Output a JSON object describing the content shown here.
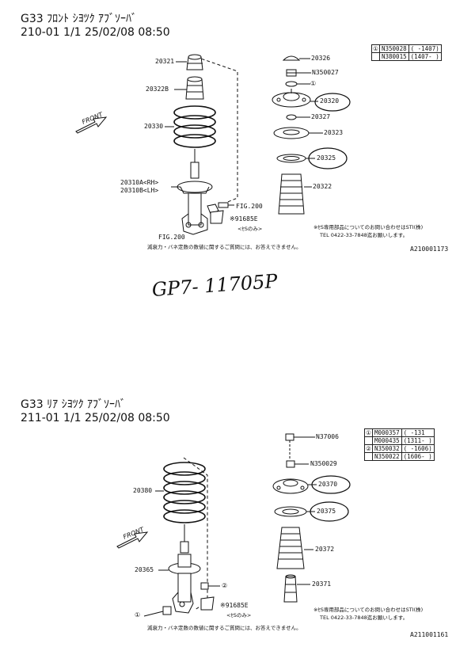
{
  "front": {
    "header_line1": "G33 ﾌﾛﾝﾄ ｼﾖﾂｸ ｱﾌﾞｿｰﾊﾞ",
    "header_line2": "210-01 1/1 25/02/08 08:50",
    "parts": {
      "p20321": "20321",
      "p20322b": "20322B",
      "p20330": "20330",
      "p20310": "20310A<RH>",
      "p20310b": "20310B<LH>",
      "fig200a": "FIG.200",
      "p91685": "※91685E",
      "p91685sub": "<ｾSのみ>",
      "fig200b": "FIG.200",
      "p20326": "20326",
      "n350027": "N350027",
      "p20320": "20320",
      "p20327": "20327",
      "p20323": "20323",
      "p20325": "20325",
      "p20322": "20322"
    },
    "table": [
      {
        "mark": "①",
        "code": "N350028",
        "range": "( -1407)"
      },
      {
        "mark": "",
        "code": "N380015",
        "range": "(1407- )"
      }
    ],
    "circle_mark": "①",
    "sti_note_line1": "※ｾS専用部品についてのお問い合わせはSTI(株)",
    "sti_note_line2": "TEL 0422-33-7848迄お願いします。",
    "bottom_note": "減衰力・バネ定数の数値に関するご質問には、お答えできません。",
    "figure_id": "A210001173",
    "handwritten": "GP7- 11705P",
    "front_arrow": "FRONT"
  },
  "rear": {
    "header_line1": "G33 ﾘｱ ｼﾖﾂｸ ｱﾌﾞｿｰﾊﾞ",
    "header_line2": "211-01 1/1 25/02/08 08:50",
    "parts": {
      "n37006": "N37006",
      "n350029": "N350029",
      "p20380": "20380",
      "p20370": "20370",
      "p20375": "20375",
      "p20372": "20372",
      "p20365": "20365",
      "p20371": "20371",
      "p91685": "※91685E",
      "p91685sub": "<ｾSのみ>"
    },
    "table": [
      {
        "mark": "①",
        "code": "M000357",
        "range": "( -131"
      },
      {
        "mark": "",
        "code": "M000435",
        "range": "(1311- )"
      },
      {
        "mark": "②",
        "code": "N350032",
        "range": "( -1606)"
      },
      {
        "mark": "",
        "code": "N350022",
        "range": "(1606- )"
      }
    ],
    "circle_mark1": "①",
    "circle_mark2": "②",
    "sti_note_line1": "※ｾS専用部品についてのお問い合わせはSTI(株)",
    "sti_note_line2": "TEL 0422-33-7848迄お願いします。",
    "bottom_note": "減衰力・バネ定数の数値に関するご質問には、お答えできません。",
    "figure_id": "A211001161",
    "front_arrow": "FRONT"
  }
}
